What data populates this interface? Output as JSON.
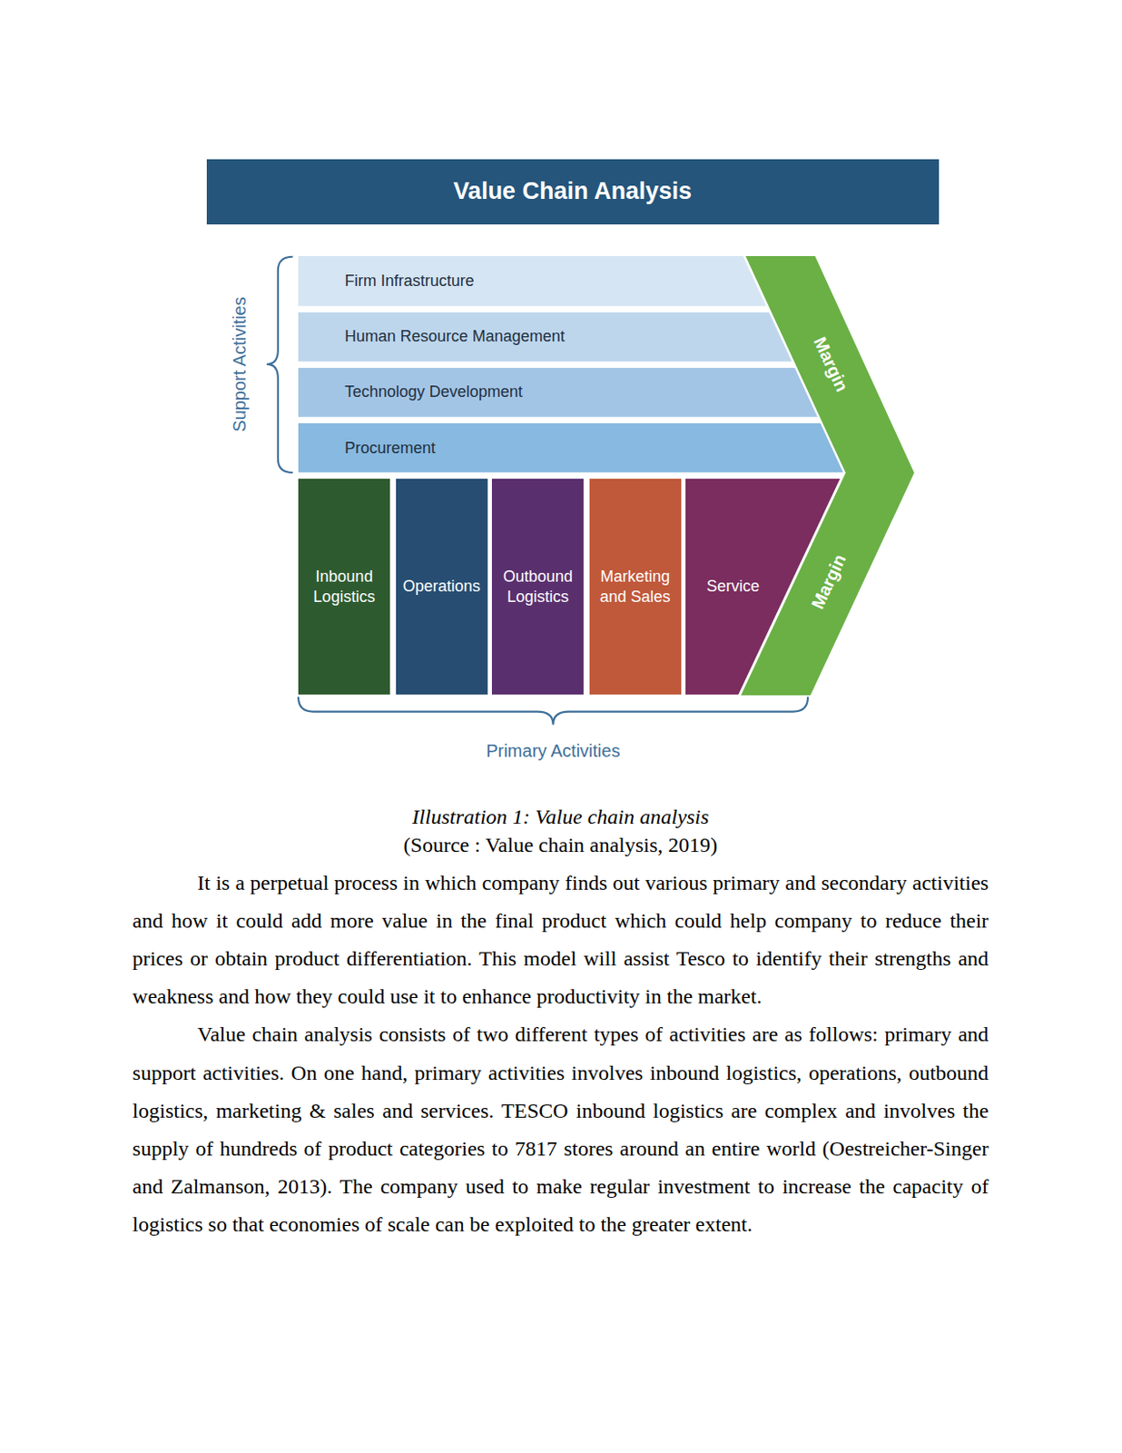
{
  "diagram": {
    "title": "Value Chain Analysis",
    "caption": "Illustration 1: Value chain analysis",
    "nodes": [
      {
        "text": [
          "Firm Infrastructure"
        ]
      },
      {
        "text": [
          "Human Resource Management"
        ]
      },
      {
        "text": [
          "Technology Development"
        ]
      },
      {
        "text": [
          "Procurement"
        ]
      },
      {
        "text": [
          "Inbound Logistics"
        ]
      },
      {
        "text": [
          "Operations"
        ]
      },
      {
        "text": [
          "Outbound Logistics"
        ]
      },
      {
        "text": [
          "Marketing and Sales"
        ]
      },
      {
        "text": [
          "Service"
        ]
      },
      {
        "text": [
          "Margin",
          "Margin"
        ]
      }
    ],
    "labels": [
      "Support Activities",
      "Primary Activities",
      "(Source : Value chain analysis, 2019)",
      "It is a perpetual process in which company finds out various primary and secondary activities and how it could add more value in the final product which could help company to reduce their prices or obtain product differentiation. This model will assist Tesco to identify their strengths and weakness and how they could use it to enhance productivity in the market.",
      "Value chain analysis consists of two different types of activities are as follows: primary and support activities. On one hand, primary activities involves inbound logistics, operations, outbound logistics, marketing & sales and services. TESCO inbound logistics are complex and involves the supply of hundreds of product categories to 7817 stores around an entire world (Oestreicher-Singer and Zalmanson, 2013). The company used to make regular investment to increase the capacity of logistics so that economies of scale can be exploited to the greater extent."
    ]
  }
}
